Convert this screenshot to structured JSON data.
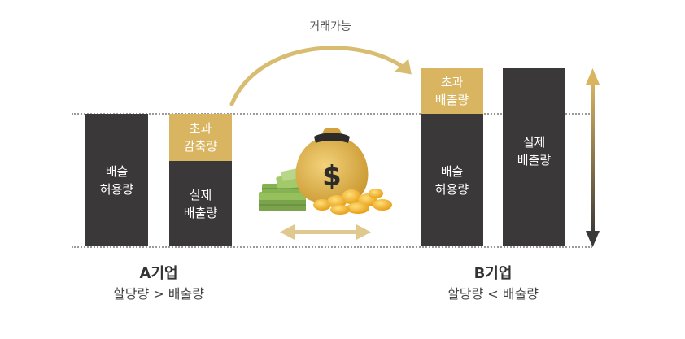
{
  "trade": {
    "label": "거래가능"
  },
  "companyA": {
    "title": "A기업",
    "subtitle": "할당량 > 배출량",
    "allowance_label": "배출\n허용량",
    "surplus_label": "초과\n감축량",
    "actual_label": "실제\n배출량"
  },
  "companyB": {
    "title": "B기업",
    "subtitle": "할당량 < 배출량",
    "excess_label": "초과\n배출량",
    "allowance_label": "배출\n허용량",
    "actual_label": "실제\n배출량"
  },
  "colors": {
    "dark": "#3a3838",
    "gold": "#d9b562",
    "arrow": "#d8bd70",
    "double_arrow_top": "#d9b562",
    "double_arrow_bottom": "#3a3838"
  },
  "icons": {
    "money_bag": "money-bag-icon",
    "dollar_sign": "$"
  }
}
